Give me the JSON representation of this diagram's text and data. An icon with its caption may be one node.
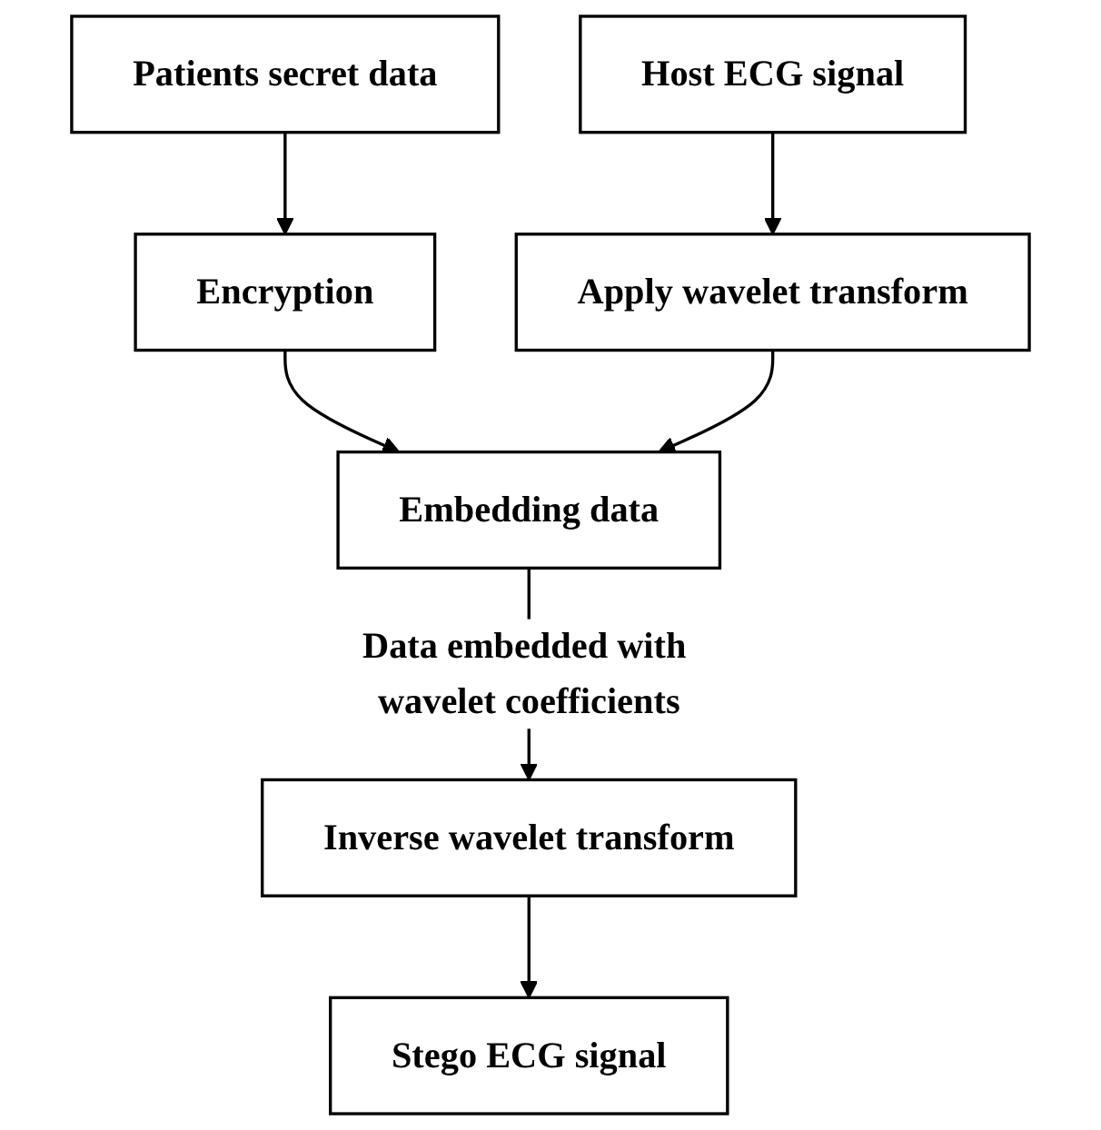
{
  "diagram": {
    "nodes": [
      {
        "text": [
          "Patients secret data"
        ]
      },
      {
        "text": [
          "Host ECG signal"
        ]
      },
      {
        "text": [
          "Encryption"
        ]
      },
      {
        "text": [
          "Apply wavelet transform"
        ]
      },
      {
        "text": [
          "Embedding data"
        ]
      },
      {
        "text": [
          "Inverse wavelet transform"
        ]
      },
      {
        "text": [
          "Stego ECG signal"
        ]
      }
    ],
    "edges": [
      {
        "from": 0,
        "to": 2,
        "arrow": "to"
      },
      {
        "from": 1,
        "to": 3,
        "arrow": "to"
      },
      {
        "from": 2,
        "to": 4,
        "arrow": "to"
      },
      {
        "from": 3,
        "to": 4,
        "arrow": "to"
      },
      {
        "from": 4,
        "to": 5,
        "arrow": "to",
        "label": "Data embedded with wavelet coefficients"
      },
      {
        "from": 5,
        "to": 6,
        "arrow": "to"
      }
    ]
  }
}
